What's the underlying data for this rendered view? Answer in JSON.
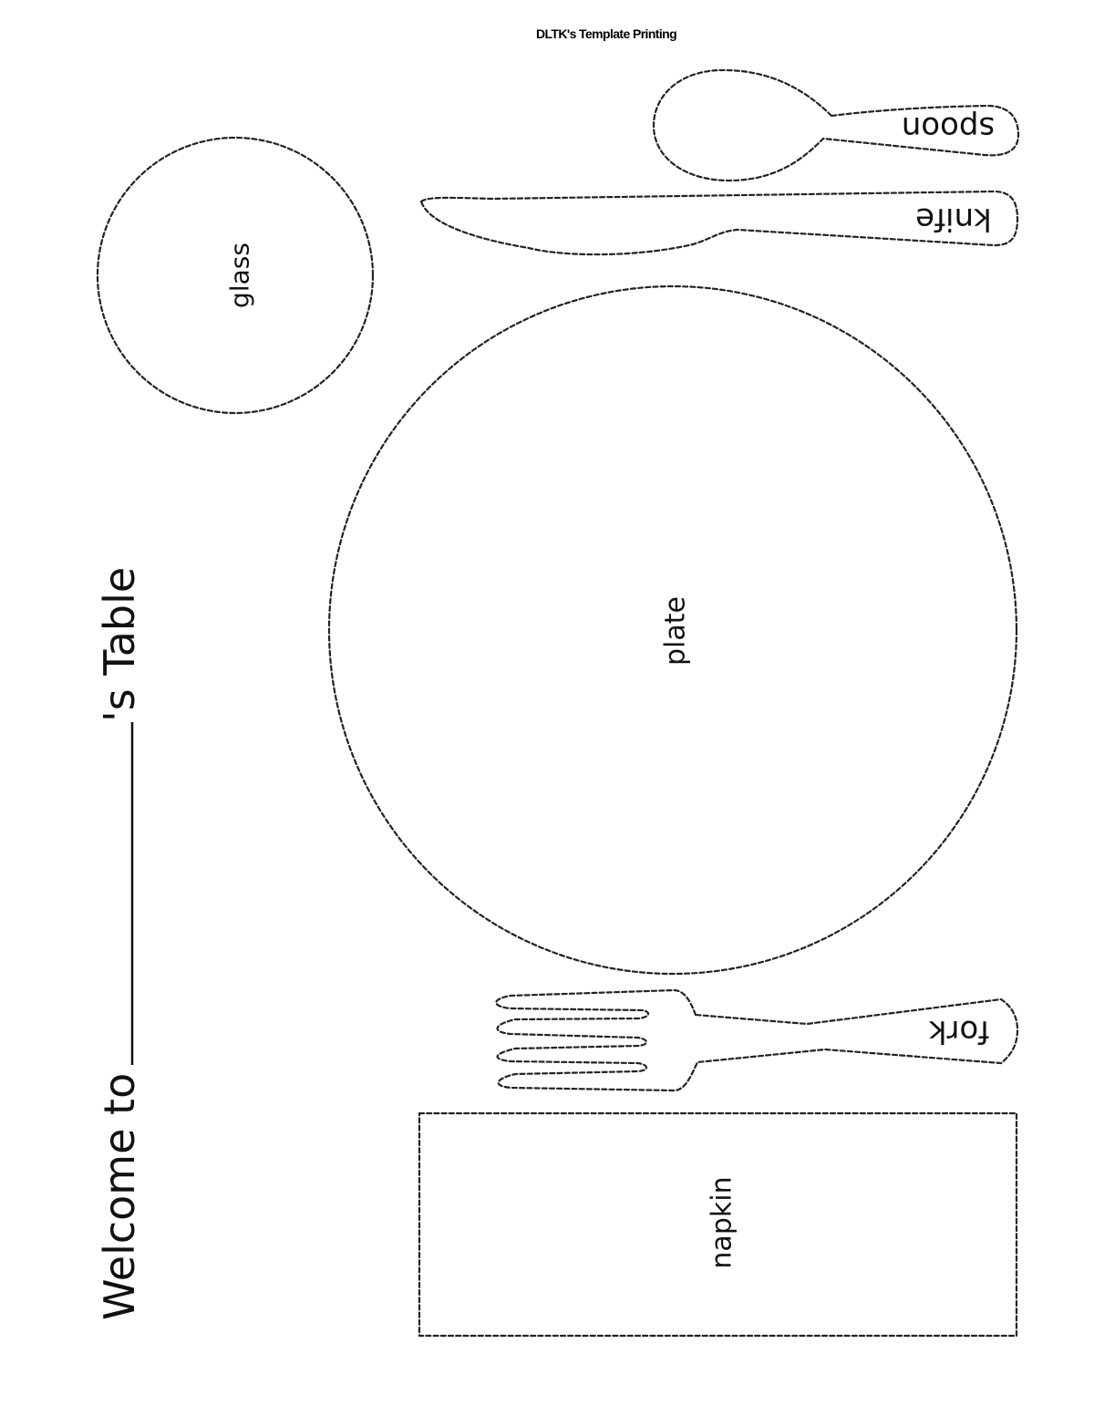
{
  "header": {
    "text": "DLTK's Template Printing"
  },
  "title": {
    "before": "Welcome to",
    "after": "'s Table"
  },
  "items": {
    "glass": "glass",
    "plate": "plate",
    "spoon": "spoon",
    "knife": "knife",
    "fork": "fork",
    "napkin": "napkin"
  },
  "colors": {
    "ink": "#222222",
    "background": "#ffffff"
  }
}
